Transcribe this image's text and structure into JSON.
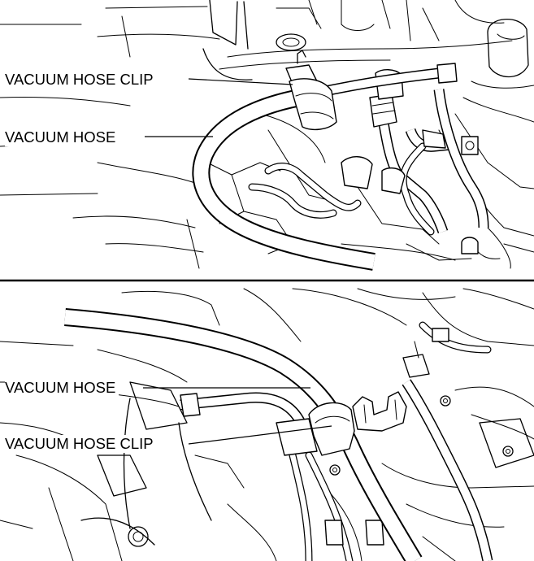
{
  "top_panel": {
    "labels": {
      "clip": "VACUUM HOSE CLIP",
      "hose": "VACUUM HOSE"
    }
  },
  "bottom_panel": {
    "labels": {
      "hose": "VACUUM HOSE",
      "clip": "VACUUM HOSE CLIP"
    }
  },
  "colors": {
    "line": "#000000",
    "background": "#ffffff"
  }
}
